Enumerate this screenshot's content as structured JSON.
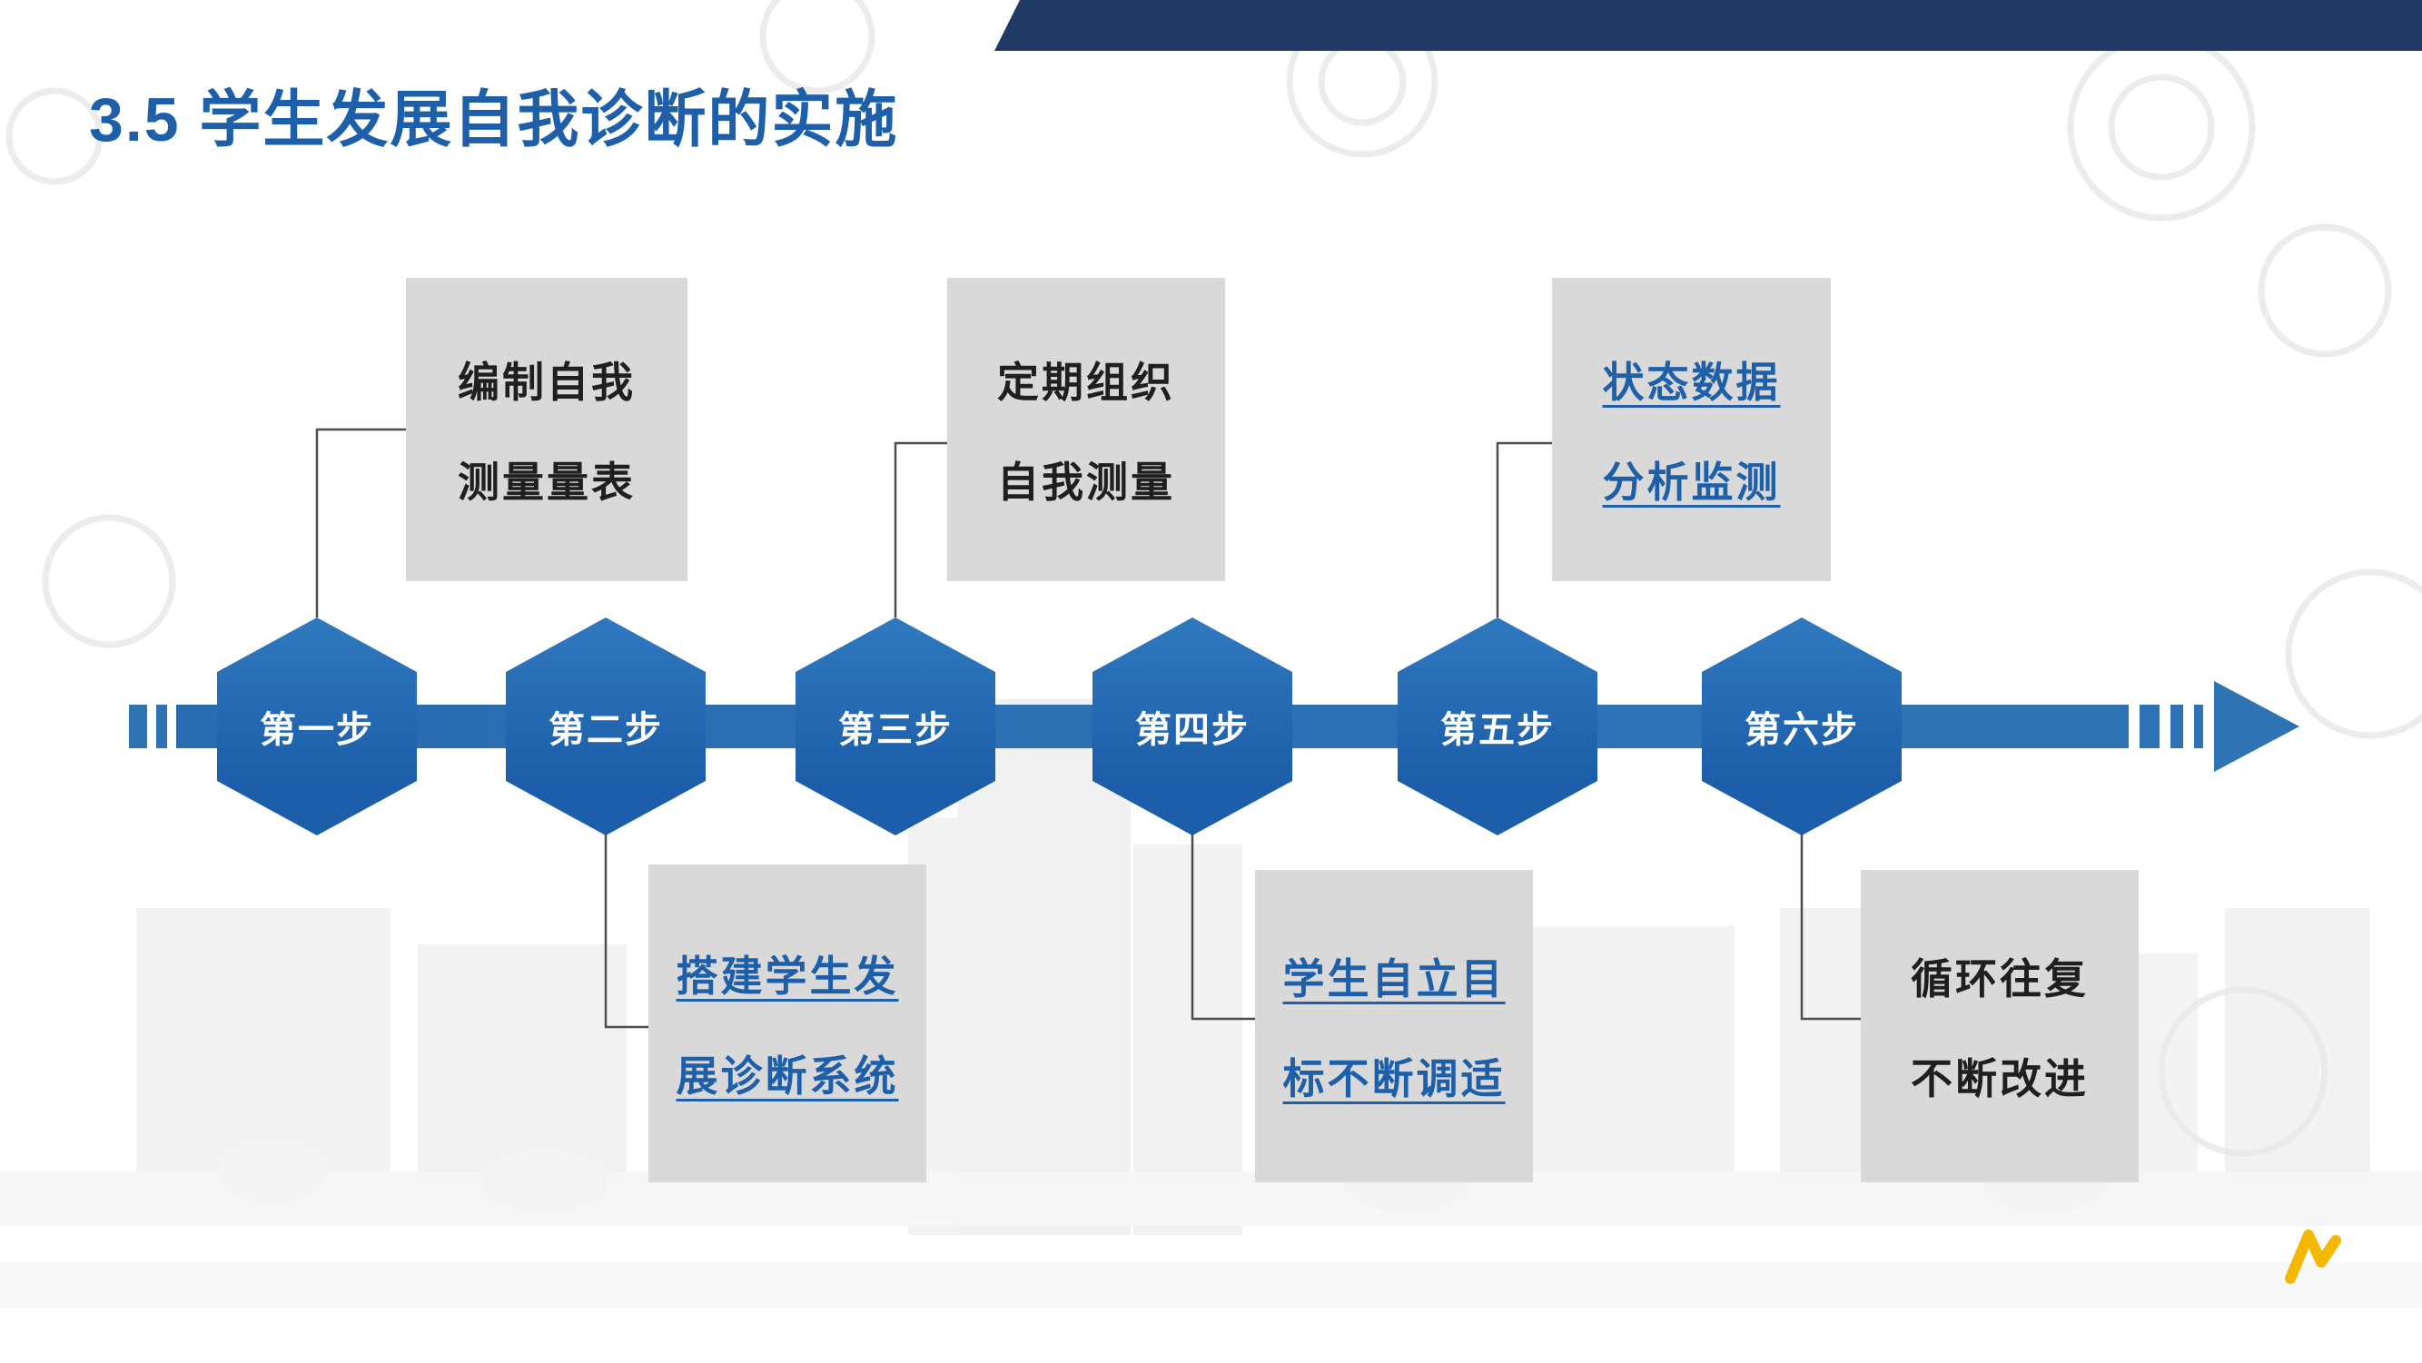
{
  "slide": {
    "title": "3.5  学生发展自我诊断的实施"
  },
  "steps": [
    {
      "label": "第一步"
    },
    {
      "label": "第二步"
    },
    {
      "label": "第三步"
    },
    {
      "label": "第四步"
    },
    {
      "label": "第五步"
    },
    {
      "label": "第六步"
    }
  ],
  "callouts": [
    {
      "step": 1,
      "position": "top",
      "style": "plain",
      "lines": [
        "编制自我",
        "测量量表"
      ]
    },
    {
      "step": 2,
      "position": "bottom",
      "style": "link",
      "lines": [
        "搭建学生发",
        "展诊断系统"
      ]
    },
    {
      "step": 3,
      "position": "top",
      "style": "plain",
      "lines": [
        "定期组织",
        "自我测量"
      ]
    },
    {
      "step": 4,
      "position": "bottom",
      "style": "link",
      "lines": [
        "学生自立目",
        "标不断调适"
      ]
    },
    {
      "step": 5,
      "position": "top",
      "style": "link",
      "lines": [
        "状态数据",
        "分析监测"
      ]
    },
    {
      "step": 6,
      "position": "bottom",
      "style": "plain",
      "lines": [
        "循环往复",
        "不断改进"
      ]
    }
  ],
  "colors": {
    "title_blue": "#1e5fa9",
    "hexagon_blue": "#1c5ea9",
    "arrow_blue": "#2e74b5",
    "callout_gray": "#d9d9d9",
    "link_blue": "#1e5fa9",
    "plain_text": "#1f1f1f",
    "top_banner_navy": "#1f3864",
    "logo_gold": "#f5b800"
  }
}
